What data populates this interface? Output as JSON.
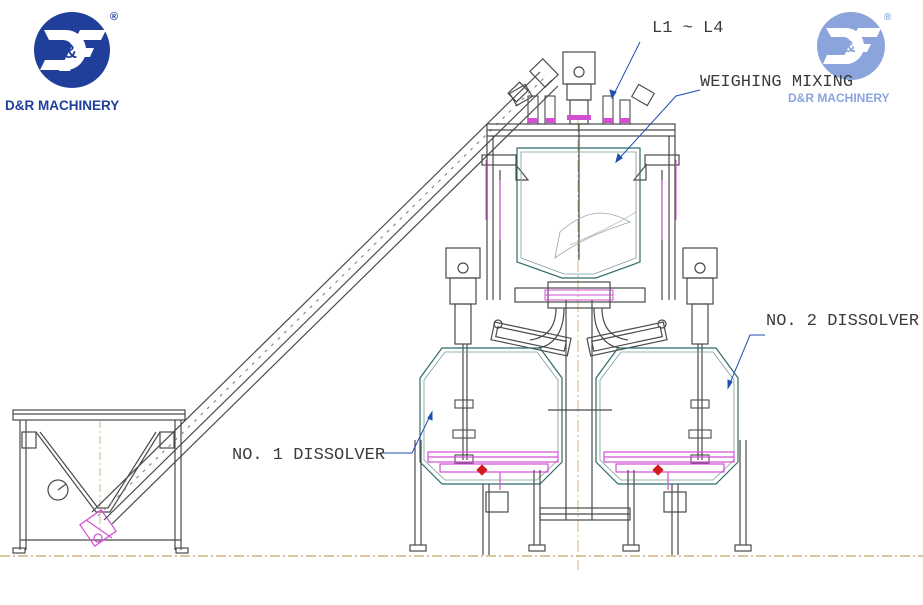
{
  "logo_left": {
    "monogram": "D&R",
    "registered": "®",
    "brand_name": "D&R MACHINERY",
    "color": "#1f3f9a"
  },
  "logo_right": {
    "monogram": "D&R",
    "registered": "®",
    "brand_name": "D&R MACHINERY",
    "color": "#7f9bd9"
  },
  "labels": {
    "load_cells": "L1 ~ L4",
    "weighing_mixing": "WEIGHING MIXING",
    "dissolver_1": "NO. 1  DISSOLVER",
    "dissolver_2": "NO. 2  DISSOLVER"
  },
  "colors": {
    "frame_line": "#4a4a4a",
    "tank_line": "#2f6b6b",
    "highlight": "#d24fd2",
    "accent_red": "#d21a1a",
    "ground_line": "#c8a46a",
    "leader_line": "#1e4fb0"
  }
}
